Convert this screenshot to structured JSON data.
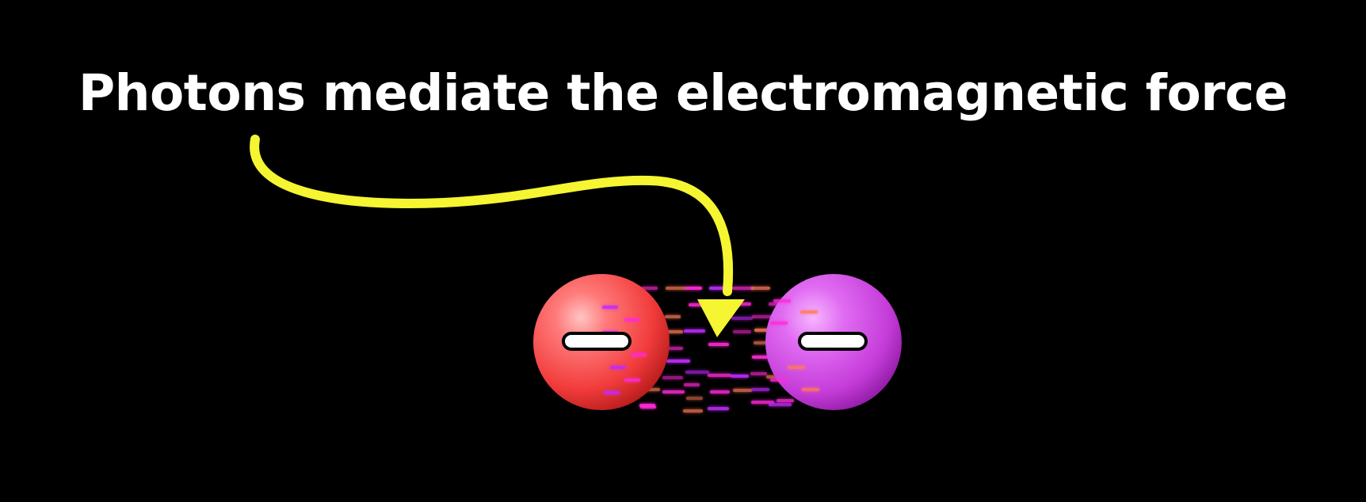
{
  "caption": "Photons mediate the electromagnetic force",
  "particles": [
    {
      "id": "left-particle",
      "charge_symbol": "minus",
      "color": "#ff4b4b"
    },
    {
      "id": "right-particle",
      "charge_symbol": "minus",
      "color": "#d94be6"
    }
  ],
  "photon_colors": [
    "#ff7a5a",
    "#ff2bd6",
    "#c02bff"
  ],
  "arrow_color": "#f5f532",
  "background": "#000000"
}
